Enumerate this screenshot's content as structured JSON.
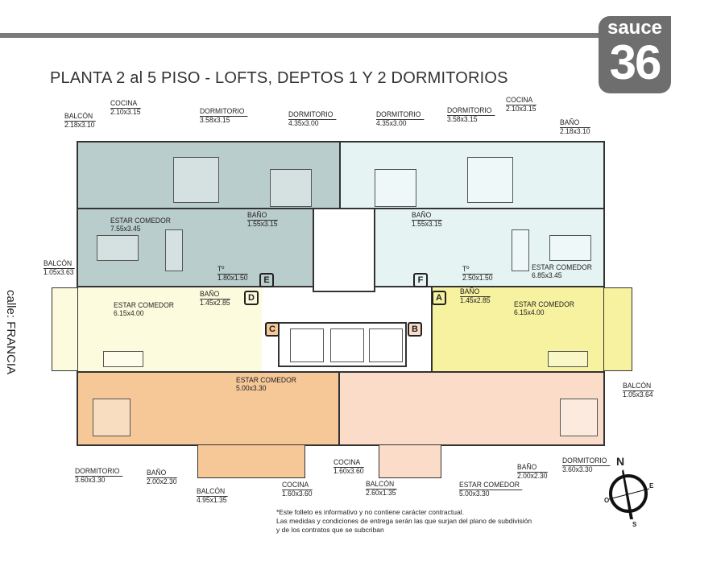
{
  "logo": {
    "word": "sauce",
    "number": "36"
  },
  "title": "PLANTA 2 al 5 PISO - LOFTS, DEPTOS 1 Y 2 DORMITORIOS",
  "street": "calle: FRANCIA",
  "colors": {
    "top_left": "#b9cdcc",
    "top_right": "#e5f4f3",
    "mid_left": "#fdfbdd",
    "mid_right": "#f6f29f",
    "bottom_left": "#f6c797",
    "bottom_right": "#fbdcc9",
    "logo": "#6e6e6e"
  },
  "rooms": [
    {
      "name": "BALCÓN",
      "dims": "2.18x3.10"
    },
    {
      "name": "COCINA",
      "dims": "2.10x3.15"
    },
    {
      "name": "DORMITORIO",
      "dims": "3.58x3.15"
    },
    {
      "name": "DORMITORIO",
      "dims": "4.35x3.00"
    },
    {
      "name": "DORMITORIO",
      "dims": "4.35x3.00"
    },
    {
      "name": "DORMITORIO",
      "dims": "3.58x3.15"
    },
    {
      "name": "COCINA",
      "dims": "2.10x3.15"
    },
    {
      "name": "BAÑO",
      "dims": "2.18x3.10"
    },
    {
      "name": "ESTAR COMEDOR",
      "dims": "7.55x3.45"
    },
    {
      "name": "BAÑO",
      "dims": "1.55x3.15"
    },
    {
      "name": "BAÑO",
      "dims": "1.55x3.15"
    },
    {
      "name": "Tº",
      "dims": "1.80x1.50"
    },
    {
      "name": "Tº",
      "dims": "2.50x1.50"
    },
    {
      "name": "ESTAR COMEDOR",
      "dims": "6.85x3.45"
    },
    {
      "name": "BALCÓN",
      "dims": "1.05x3.63"
    },
    {
      "name": "ESTAR COMEDOR",
      "dims": "6.15x4.00"
    },
    {
      "name": "BAÑO",
      "dims": "1.45x2.85"
    },
    {
      "name": "BAÑO",
      "dims": "1.45x2.85"
    },
    {
      "name": "ESTAR COMEDOR",
      "dims": "6.15x4.00"
    },
    {
      "name": "ESTAR COMEDOR",
      "dims": "5.00x3.30"
    },
    {
      "name": "BALCÓN",
      "dims": "1.05x3.64"
    },
    {
      "name": "DORMITORIO",
      "dims": "3.60x3.30"
    },
    {
      "name": "BAÑO",
      "dims": "2.00x2.30"
    },
    {
      "name": "BALCÓN",
      "dims": "4.95x1.35"
    },
    {
      "name": "COCINA",
      "dims": "1.60x3.60"
    },
    {
      "name": "COCINA",
      "dims": "1.60x3.60"
    },
    {
      "name": "BALCÓN",
      "dims": "2.60x1.35"
    },
    {
      "name": "ESTAR COMEDOR",
      "dims": "5.00x3.30"
    },
    {
      "name": "BAÑO",
      "dims": "2.00x2.30"
    },
    {
      "name": "DORMITORIO",
      "dims": "3.60x3.30"
    }
  ],
  "unit_tags": [
    "A",
    "B",
    "C",
    "D",
    "E",
    "F"
  ],
  "compass": {
    "n": "N",
    "e": "E",
    "s": "S",
    "o": "O"
  },
  "notes": [
    "*Este folleto es informativo y no contiene carácter contractual.",
    "Las medidas y condiciones de entrega serán las que surjan del plano de subdivisión",
    "y de los contratos que se subcriban"
  ]
}
